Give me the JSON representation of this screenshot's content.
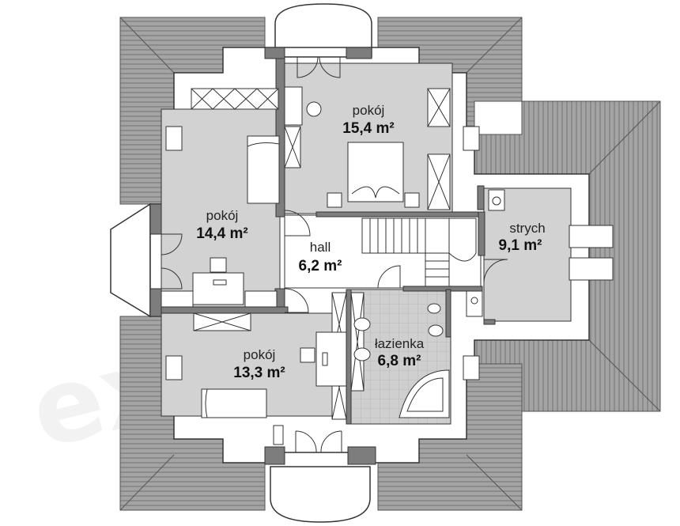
{
  "watermark": "extradom",
  "rooms": [
    {
      "id": "pokoj-1",
      "name": "pokój",
      "area": "15,4 m²"
    },
    {
      "id": "pokoj-2",
      "name": "pokój",
      "area": "14,4 m²"
    },
    {
      "id": "hall",
      "name": "hall",
      "area": "6,2 m²"
    },
    {
      "id": "strych",
      "name": "strych",
      "area": "9,1 m²"
    },
    {
      "id": "pokoj-3",
      "name": "pokój",
      "area": "13,3 m²"
    },
    {
      "id": "lazienka",
      "name": "łazienka",
      "area": "6,8 m²"
    }
  ],
  "colors": {
    "roof": "#9a9a9a",
    "room_fill": "#d2d2d2",
    "wall": "#7d7d7d",
    "wall_stroke": "#333333",
    "furniture": "#ffffff",
    "tile": "#c8c8c8"
  }
}
